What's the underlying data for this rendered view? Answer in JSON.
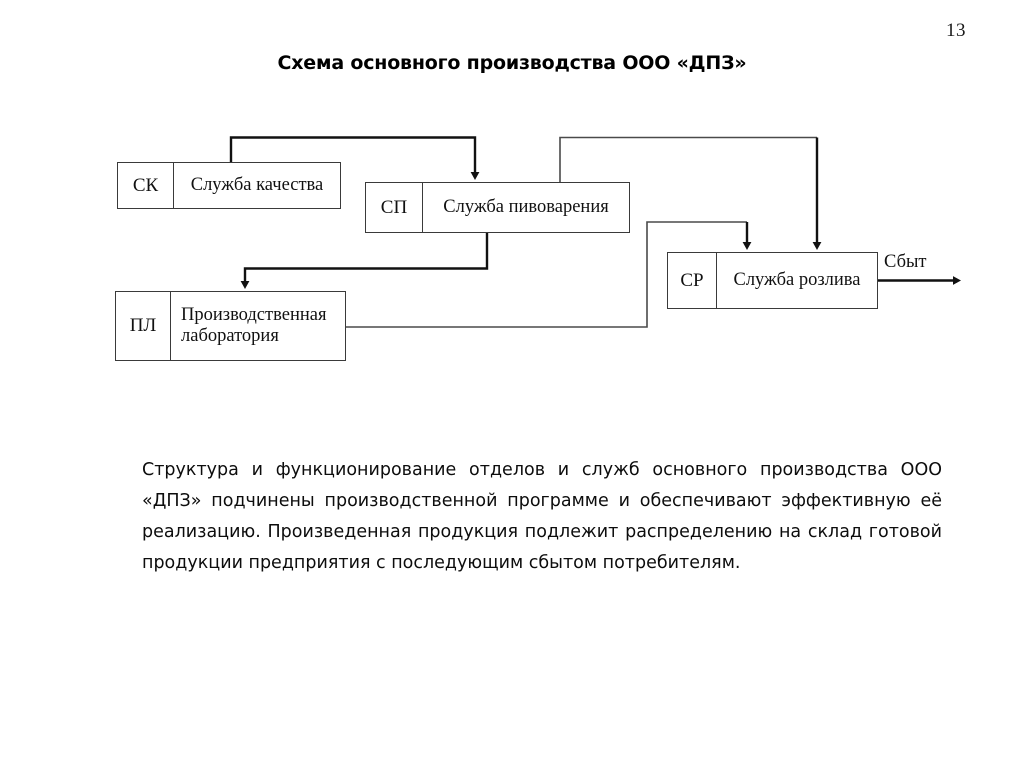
{
  "page": {
    "number": "13"
  },
  "diagram": {
    "title": "Схема основного производства ООО «ДПЗ»",
    "nodes": [
      {
        "id": "sk",
        "code": "СК",
        "name": "Служба качества"
      },
      {
        "id": "sp",
        "code": "СП",
        "name": "Служба пивоварения"
      },
      {
        "id": "pl",
        "code": "ПЛ",
        "name": "Производственная\nлаборатория"
      },
      {
        "id": "sr",
        "code": "СР",
        "name": "Служба розлива"
      }
    ],
    "edge_labels": {
      "output": "Сбыт"
    },
    "connections": [
      {
        "from": "sk",
        "to": "sp",
        "type": "arrow",
        "route": "top-up-right-down"
      },
      {
        "from": "sp",
        "to": "pl",
        "type": "arrow",
        "route": "bottom-down-left-down"
      },
      {
        "from": "sp",
        "to": "sr",
        "type": "arrow",
        "route": "top-up-right-down"
      },
      {
        "from": "pl",
        "to": "sr",
        "type": "arrow",
        "route": "right-right-up-right-down"
      },
      {
        "from": "sr",
        "to": "output",
        "type": "arrow",
        "route": "right"
      }
    ]
  },
  "body": {
    "paragraph": "Структура и функционирование отделов и служб основного производства ООО «ДПЗ» подчинены производственной программе и обеспечивают эффективную её реализацию. Произведенная продукция подлежит распределению на склад готовой продукции предприятия с последующим сбытом потребителям."
  },
  "colors": {
    "ink": "#000000",
    "line": "#3a3a3a",
    "thick_line": "#1a1a1a",
    "background": "#ffffff"
  }
}
